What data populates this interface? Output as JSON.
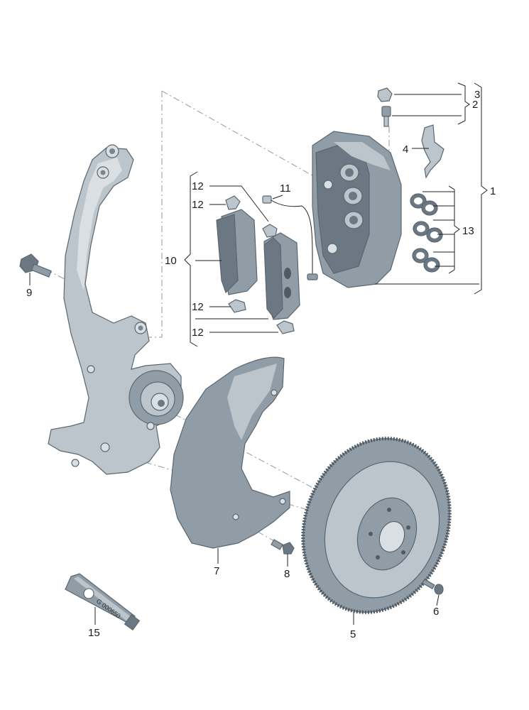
{
  "callouts": {
    "c1": "1",
    "c2": "2",
    "c3": "3",
    "c4": "4",
    "c5": "5",
    "c6": "6",
    "c7": "7",
    "c8": "8",
    "c9": "9",
    "c10": "10",
    "c11": "11",
    "c12": "12",
    "c13": "13",
    "c15": "15"
  },
  "tube_label": "G 000650",
  "colors": {
    "part_dark": "#6b7782",
    "part_mid": "#909ca6",
    "part_light": "#bcc5cc",
    "leader": "#222222",
    "dash": "#8a9aa6"
  }
}
